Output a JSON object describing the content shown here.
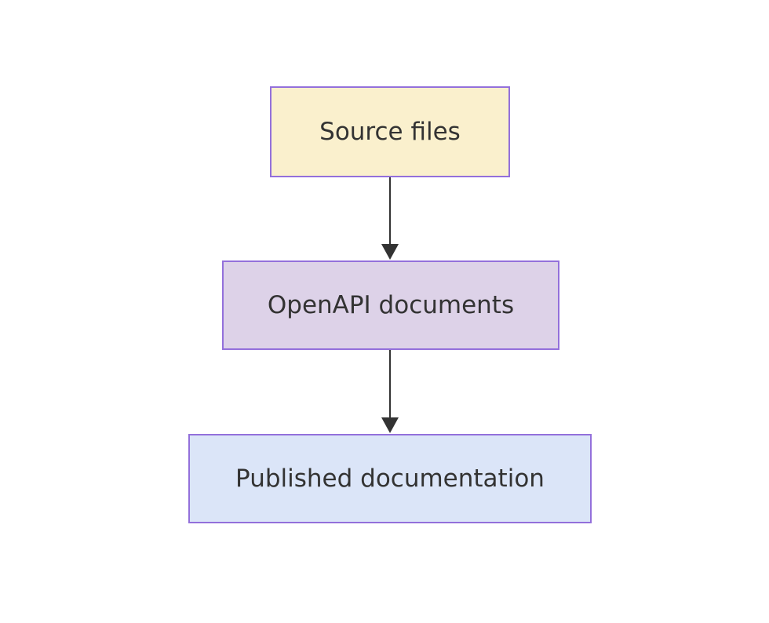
{
  "diagram": {
    "type": "flowchart",
    "direction": "top-down",
    "nodes": [
      {
        "id": "source",
        "label": "Source files",
        "fill": "#faf0cd",
        "stroke": "#9370db"
      },
      {
        "id": "openapi",
        "label": "OpenAPI documents",
        "fill": "#ddd2e8",
        "stroke": "#9370db"
      },
      {
        "id": "published",
        "label": "Published documentation",
        "fill": "#dbe5f8",
        "stroke": "#9370db"
      }
    ],
    "edges": [
      {
        "from": "Source files",
        "to": "OpenAPI documents",
        "style": "arrow-down"
      },
      {
        "from": "OpenAPI documents",
        "to": "Published documentation",
        "style": "arrow-down"
      }
    ],
    "colors": {
      "background": "#ffffff",
      "text": "#333333",
      "arrow": "#333333",
      "node_stroke": "#9370db"
    }
  }
}
